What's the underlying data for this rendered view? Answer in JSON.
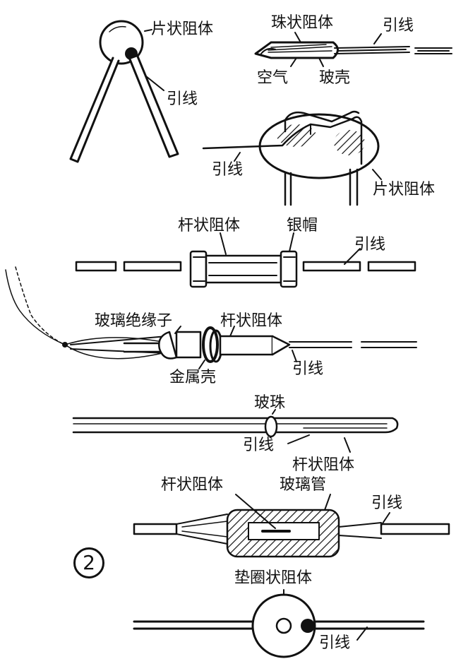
{
  "figure_number": "2",
  "thermistors": {
    "disk_leaded": {
      "body_label": "片状阻体",
      "lead_label": "引线"
    },
    "bead_glass": {
      "body_label": "珠状阻体",
      "lead_label": "引线",
      "air_label": "空气",
      "shell_label": "玻壳"
    },
    "disk_bent": {
      "lead_label": "引线",
      "body_label": "片状阻体"
    },
    "rod_silver": {
      "body_label": "杆状阻体",
      "cap_label": "银帽",
      "lead_label": "引线"
    },
    "rod_insulator": {
      "insulator_label": "玻璃绝缘子",
      "body_label": "杆状阻体",
      "shell_label": "金属壳",
      "lead_label": "引线"
    },
    "rod_glass_bead": {
      "bead_label": "玻珠",
      "lead_label": "引线",
      "body_label": "杆状阻体"
    },
    "rod_glass_tube": {
      "body_label": "杆状阻体",
      "tube_label": "玻璃管",
      "lead_label": "引线"
    },
    "washer": {
      "body_label": "垫圈状阻体",
      "lead_label": "引线"
    }
  }
}
